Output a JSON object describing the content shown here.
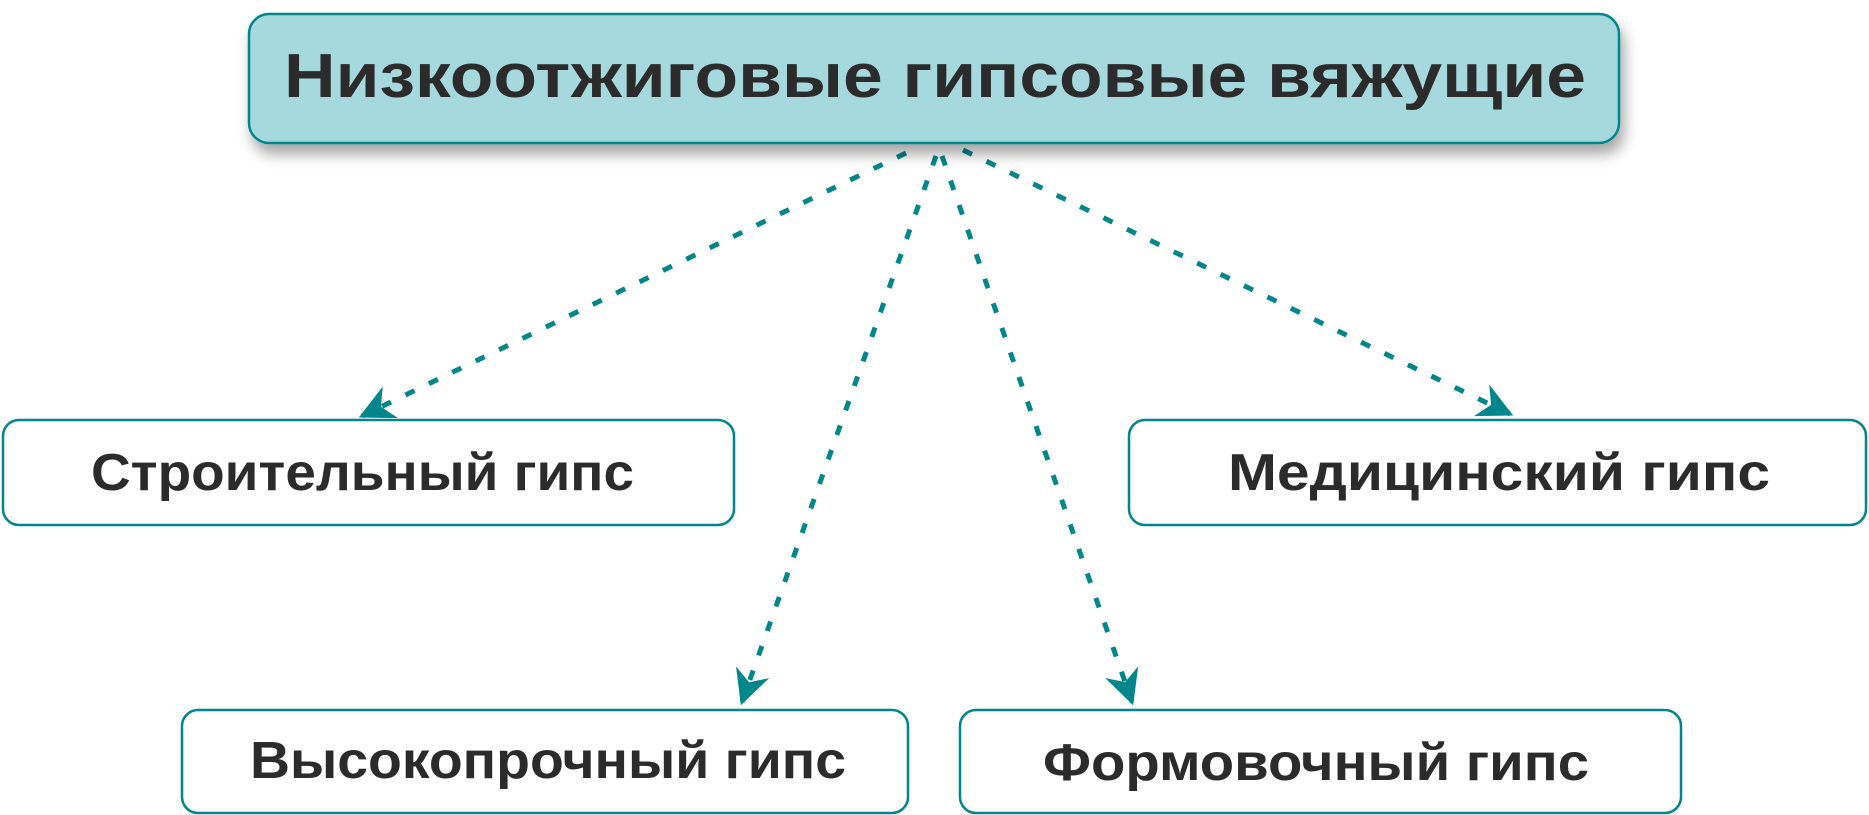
{
  "title": "Низкоотжиговые гипсовые вяжущие",
  "children": [
    {
      "label": "Строительный гипс"
    },
    {
      "label": "Медицинский гипс"
    },
    {
      "label": "Высокопрочный гипс"
    },
    {
      "label": "Формовочный гипс"
    }
  ],
  "colors": {
    "accent": "#00868b",
    "root_fill": "#a6d9dd",
    "text": "#2b2b2b"
  }
}
